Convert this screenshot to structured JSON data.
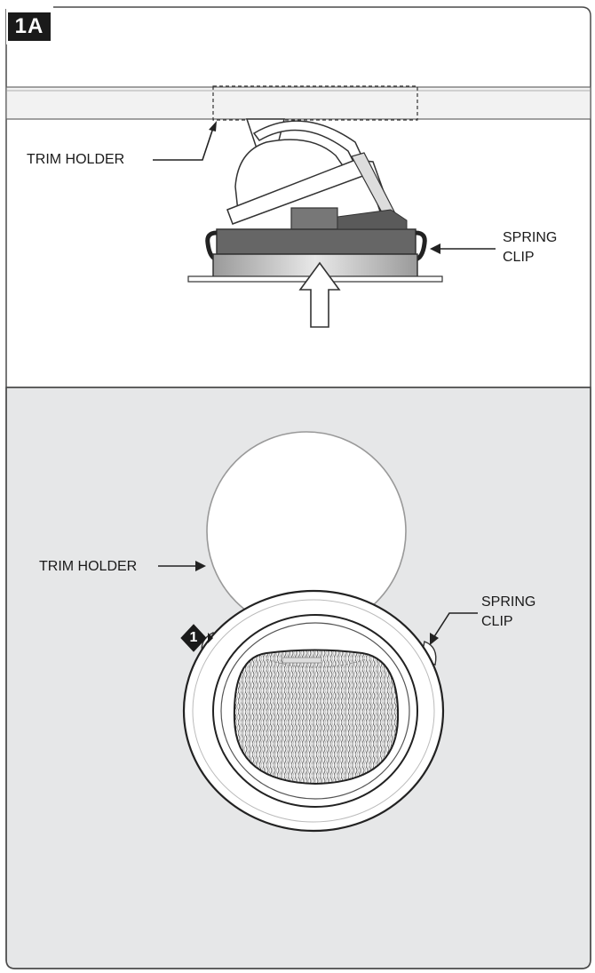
{
  "step": {
    "badge": "1A"
  },
  "top_view": {
    "trim_holder_label": "TRIM HOLDER",
    "spring_clip_label_line1": "SPRING",
    "spring_clip_label_line2": "CLIP"
  },
  "bottom_view": {
    "trim_holder_label": "TRIM HOLDER",
    "spring_clip_label_line1": "SPRING",
    "spring_clip_label_line2": "CLIP",
    "marker_number": "1"
  },
  "colors": {
    "frame_border": "#4a4a4a",
    "bottom_panel": "#e6e7e8",
    "badge_bg": "#1a1a1a",
    "part_dark": "#666666",
    "part_light": "#cfcfcf"
  }
}
